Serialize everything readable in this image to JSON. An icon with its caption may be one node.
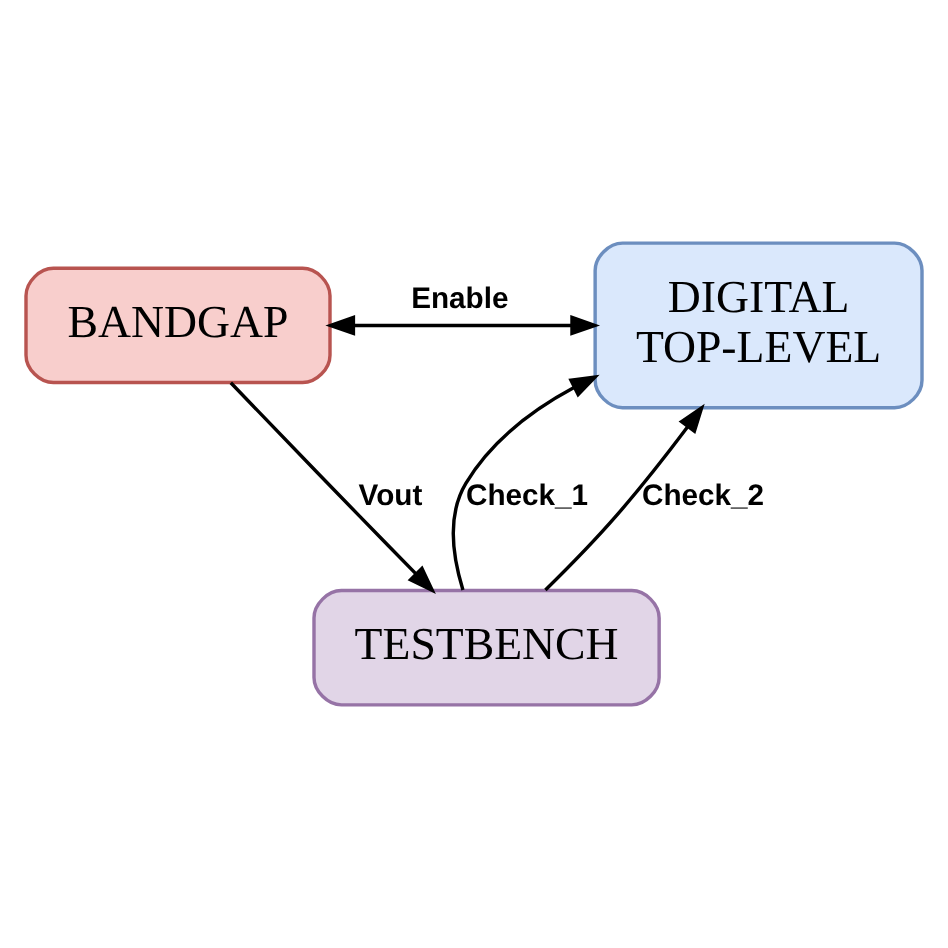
{
  "diagram": {
    "nodes": [
      {
        "text": [
          "BANDGAP"
        ]
      },
      {
        "text": [
          "DIGITAL TOP-LEVEL"
        ]
      },
      {
        "text": [
          "TESTBENCH"
        ]
      }
    ],
    "edges": [
      {
        "from": 0,
        "to": 1,
        "arrow": "both",
        "label": "Enable"
      },
      {
        "from": 0,
        "to": 2,
        "arrow": "to",
        "label": "Vout"
      },
      {
        "from": 2,
        "to": 1,
        "arrow": "to",
        "label": "Check_1"
      },
      {
        "from": 2,
        "to": 1,
        "arrow": "to",
        "label": "Check_2"
      }
    ]
  }
}
